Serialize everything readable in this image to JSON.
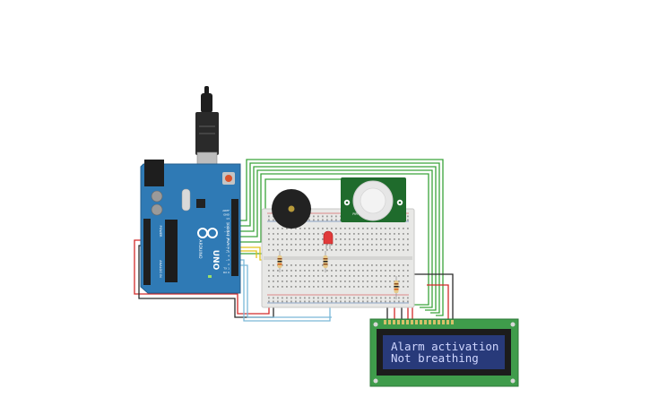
{
  "arduino": {
    "brand": "ARDUINO",
    "model": "UNO",
    "header_digital": "DIGITAL (PWM ~)",
    "header_analog": "ANALOG IN",
    "header_power": "POWER",
    "pin_labels": [
      "AREF",
      "GND",
      "13",
      "12",
      "~11",
      "~10",
      "~9",
      "8",
      "7",
      "~6",
      "~5",
      "4",
      "~3",
      "2",
      "TX 1",
      "RX 0"
    ]
  },
  "pir_sensor": {
    "label": "PIR"
  },
  "lcd": {
    "line1": "Alarm activation",
    "line2": "Not breathing"
  },
  "colors": {
    "arduino_board": "#2f7ab5",
    "breadboard": "#e8e8e6",
    "pir_board": "#1f6b2c",
    "lcd_pcb": "#3f9c4b",
    "lcd_screen": "#283a7a",
    "lcd_text": "#cfd6ff",
    "wire_green": "#3aa33a",
    "wire_red": "#d22a2a",
    "wire_black": "#2b2b2b",
    "wire_yellow": "#e2c21a",
    "wire_blue": "#7ab8d8",
    "led_red": "#e03a3a",
    "buzzer": "#222222"
  }
}
